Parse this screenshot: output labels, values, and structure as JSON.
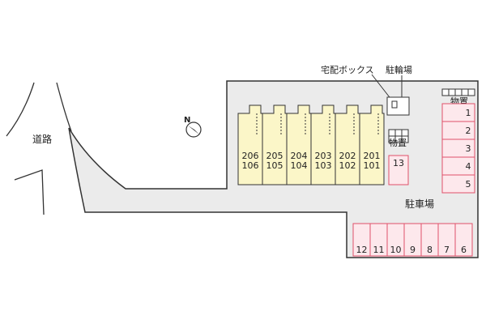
{
  "labels": {
    "road": "道路",
    "delivery_box": "宅配ボックス",
    "bicycle_parking": "駐輪場",
    "storage_top": "物置",
    "storage_mid": "物置",
    "parking": "駐車場"
  },
  "compass": {
    "north_letter": "N"
  },
  "units": [
    {
      "upper": "206",
      "lower": "106"
    },
    {
      "upper": "205",
      "lower": "105"
    },
    {
      "upper": "204",
      "lower": "104"
    },
    {
      "upper": "203",
      "lower": "103"
    },
    {
      "upper": "202",
      "lower": "102"
    },
    {
      "upper": "201",
      "lower": "101"
    }
  ],
  "parking_vertical": [
    "1",
    "2",
    "3",
    "4",
    "5"
  ],
  "parking_single": "13",
  "parking_bottom": [
    "12",
    "11",
    "10",
    "9",
    "8",
    "7",
    "6"
  ],
  "colors": {
    "site_fill": "#ebebeb",
    "building_fill": "#fbf6c8",
    "parking_stroke": "#e0506a",
    "parking_fill": "#fde8ec",
    "line": "#333333"
  }
}
